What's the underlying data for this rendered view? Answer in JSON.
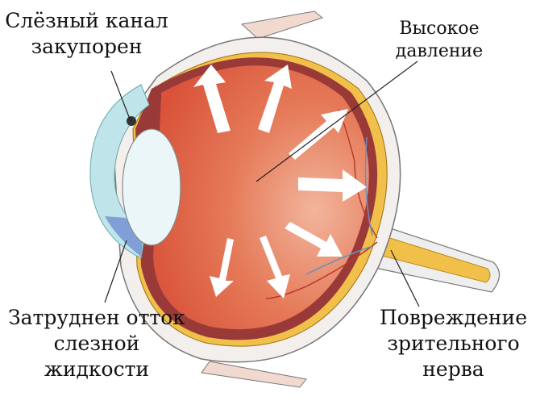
{
  "labels": {
    "blocked_canal": [
      "Слёзный канал",
      "закупорен"
    ],
    "high_pressure": [
      "Высокое",
      "давление"
    ],
    "impeded_outflow": [
      "Затруднен отток",
      "слезной",
      "жидкости"
    ],
    "nerve_damage": [
      "Повреждение",
      "зрительного",
      "нерва"
    ]
  },
  "colors": {
    "vitreous": "#e0603f",
    "sclera": "#f4f0ee",
    "choroid": "#9a3a38",
    "retina": "#f2c24a",
    "lens": "#eaf6f8",
    "cornea": "#bfe4ea",
    "aqueous_blocked": "#7f9fd6",
    "arrow": "#ffffff"
  }
}
